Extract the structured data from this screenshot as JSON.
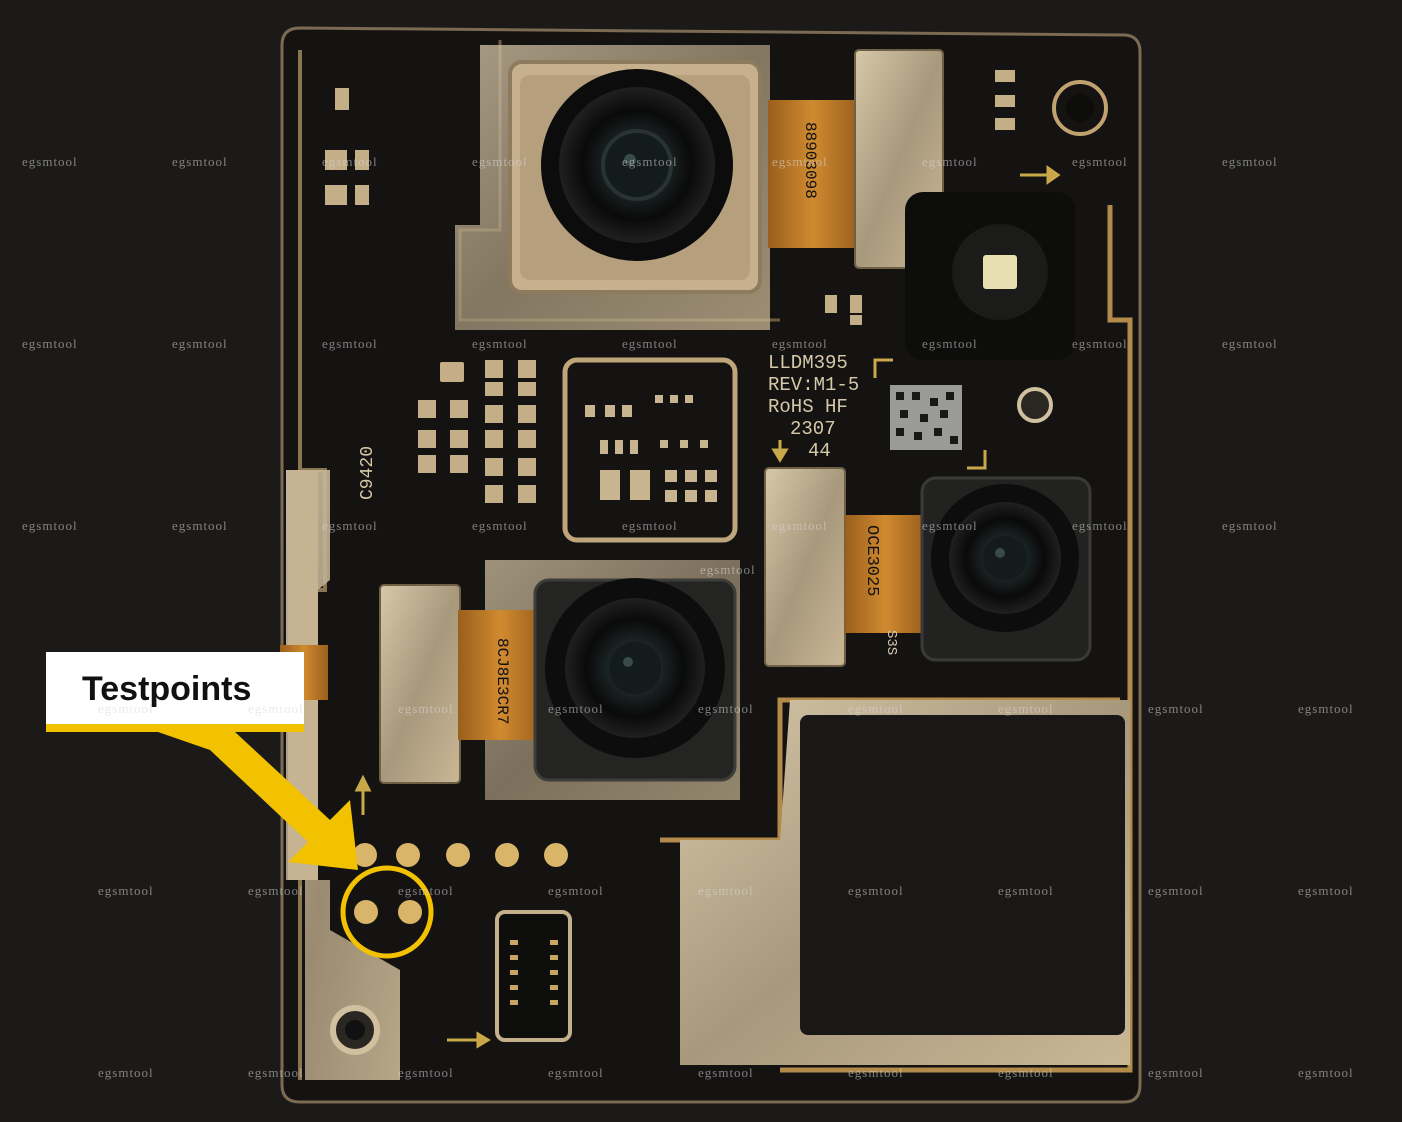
{
  "callout": {
    "label": "Testpoints"
  },
  "watermark": {
    "text": "egsmtool"
  },
  "board": {
    "silkscreen": {
      "model": "LLDM395",
      "rev": "REV:M1-5",
      "rohs": "RoHS HF",
      "date_code": "2307",
      "lot": "44",
      "designator": "C9420",
      "main_camera_flex": "88903098",
      "right_camera_flex": "OCE3025",
      "right_camera_tag": "S3S",
      "lower_camera_flex": "8CJ8E3CR7"
    }
  },
  "colors": {
    "background": "#1b1a18",
    "pcb": "#161412",
    "metal": "#b9a88c",
    "gold_pad": "#d9b56a",
    "flex": "#c8862a",
    "highlight": "#f2c200"
  },
  "icons": [
    "arrow-icon",
    "ring-highlight-icon"
  ]
}
